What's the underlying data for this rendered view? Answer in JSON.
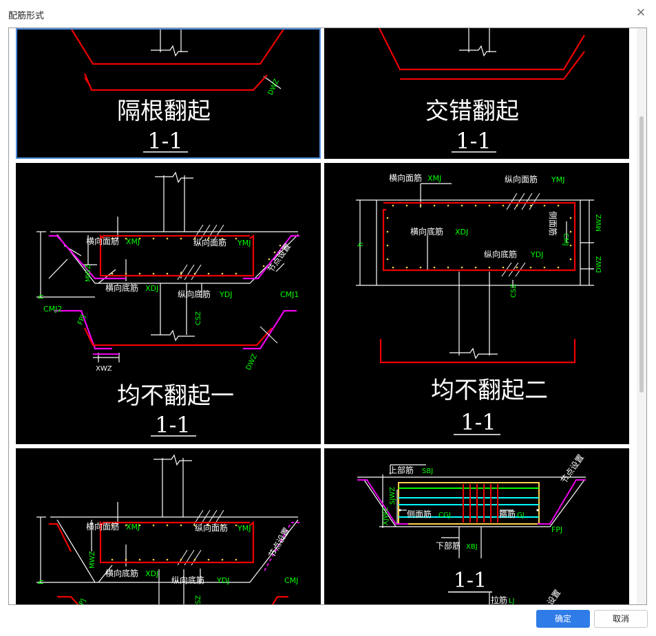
{
  "dialog": {
    "title": "配筋形式",
    "ok_label": "确定",
    "cancel_label": "取消"
  },
  "icons": {
    "close": "close-icon"
  },
  "tiles": [
    {
      "id": "alt-bent",
      "name": "隔根翻起",
      "section": "1-1",
      "labels": {
        "dwz": "DWZ"
      }
    },
    {
      "id": "staggered-bent",
      "name": "交错翻起",
      "section": "1-1"
    },
    {
      "id": "no-bent-1",
      "name": "均不翻起一",
      "section": "1-1",
      "labels": {
        "xmj_cn": "横向面筋",
        "xmj": "XMJ",
        "ymj_cn": "纵向面筋",
        "ymj": "YMJ",
        "xdj_cn": "横向底筋",
        "xdj": "XDJ",
        "ydj_cn": "纵向底筋",
        "ydj": "YDJ",
        "node": "节点设置",
        "mwz": "MWZ",
        "h": "h",
        "cmj2": "CMJ2",
        "cmj1": "CMJ1",
        "fpj": "FPJ",
        "csz": "CSZ",
        "dwz": "DWZ",
        "xwz": "XWZ"
      }
    },
    {
      "id": "no-bent-2",
      "name": "均不翻起二",
      "section": "1-1",
      "labels": {
        "xmj_cn": "横向面筋",
        "xmj": "XMJ",
        "ymj_cn": "纵向面筋",
        "ymj": "YMJ",
        "xdj_cn": "横向底筋",
        "xdj": "XDJ",
        "ydj_cn": "纵向底筋",
        "ydj": "YDJ",
        "side_cn": "侧面筋",
        "cmj": "CMJ",
        "h": "h",
        "mwz": "MWZ",
        "dwz": "DWZ",
        "csz": "CSZ"
      }
    },
    {
      "id": "no-bent-3",
      "labels": {
        "xmj_cn": "横向面筋",
        "xmj": "XMJ",
        "ymj_cn": "纵向面筋",
        "ymj": "YMJ",
        "xdj_cn": "横向底筋",
        "xdj": "XDJ",
        "ydj_cn": "纵向底筋",
        "ydj": "YDJ",
        "node": "节点设置",
        "mwz": "MWZ",
        "h": "h",
        "cmj": "CMJ",
        "fpj": "FPJ",
        "csz": "CSZ"
      }
    },
    {
      "id": "stirrup",
      "section": "1-1",
      "labels": {
        "sbj_cn": "上部筋",
        "sbj": "SBJ",
        "cgj_cn": "侧面筋",
        "cgj": "CGJ",
        "gj_cn": "箍筋",
        "gj": "GJ",
        "xbj_cn": "下部筋",
        "xbj": "XBJ",
        "lj_cn": "拉筋",
        "lj": "LJ",
        "node": "节点设置",
        "fpj": "FPJ",
        "sjwz": "SJWZ",
        "xjwz": "XJWZ",
        "node2": "设置"
      }
    }
  ]
}
